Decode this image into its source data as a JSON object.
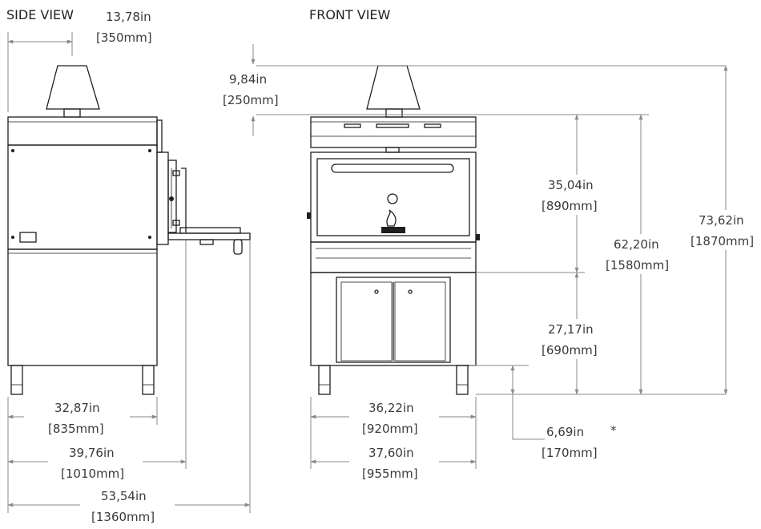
{
  "views": {
    "side": {
      "title": "SIDE VIEW"
    },
    "front": {
      "title": "FRONT VIEW"
    }
  },
  "dimensions": {
    "side_chimney_offset": {
      "imperial": "13,78in",
      "metric": "[350mm]"
    },
    "side_depth": {
      "imperial": "32,87in",
      "metric": "[835mm]"
    },
    "side_depth_door": {
      "imperial": "39,76in",
      "metric": "[1010mm]"
    },
    "side_depth_open": {
      "imperial": "53,54in",
      "metric": "[1360mm]"
    },
    "chimney_height": {
      "imperial": "9,84in",
      "metric": "[250mm]"
    },
    "oven_height": {
      "imperial": "35,04in",
      "metric": "[890mm]"
    },
    "cabinet_height": {
      "imperial": "27,17in",
      "metric": "[690mm]"
    },
    "body_height": {
      "imperial": "62,20in",
      "metric": "[1580mm]"
    },
    "total_height": {
      "imperial": "73,62in",
      "metric": "[1870mm]"
    },
    "leg_height": {
      "imperial": "6,69in",
      "metric": "[170mm]",
      "note": "*"
    },
    "front_width": {
      "imperial": "36,22in",
      "metric": "[920mm]"
    },
    "front_width_total": {
      "imperial": "37,60in",
      "metric": "[955mm]"
    }
  },
  "colors": {
    "drawing": "#1e1e1e",
    "dimension": "#8a8a8a",
    "text": "#3a3a3a"
  }
}
